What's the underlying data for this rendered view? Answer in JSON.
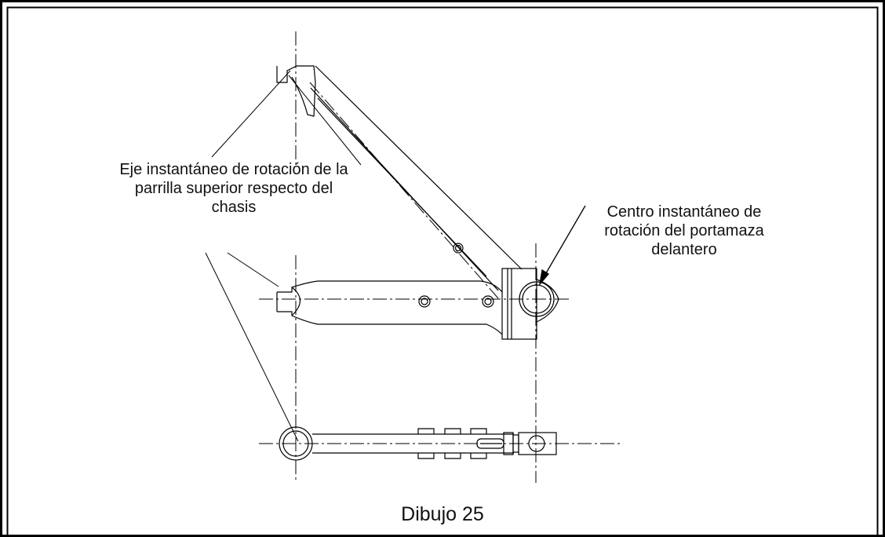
{
  "figure": {
    "caption": "Dibujo 25"
  },
  "annotations": {
    "upper_arm_axis": {
      "line1": "Eje instantáneo de rotación de la",
      "line2": "parrilla superior respecto del",
      "line3": "chasis"
    },
    "hub_center": {
      "line1": "Centro instantáneo de",
      "line2": "rotación del portamaza",
      "line3": "delantero"
    }
  },
  "colors": {
    "line": "#000000",
    "background": "#ffffff"
  }
}
